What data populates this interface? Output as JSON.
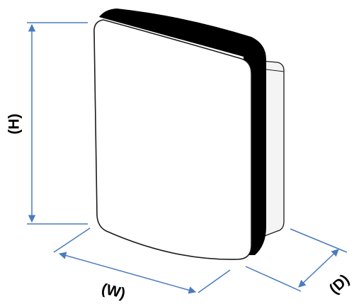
{
  "dimensions": {
    "height_label": "(H)",
    "width_label": "(W)",
    "depth_label": "(D)"
  },
  "colors": {
    "dimension_line": "#4a7bbf",
    "outline": "#1a1a1a",
    "side_panel": "#000000",
    "front_panel": "#ffffff",
    "back_box": "#f4f4f4"
  }
}
